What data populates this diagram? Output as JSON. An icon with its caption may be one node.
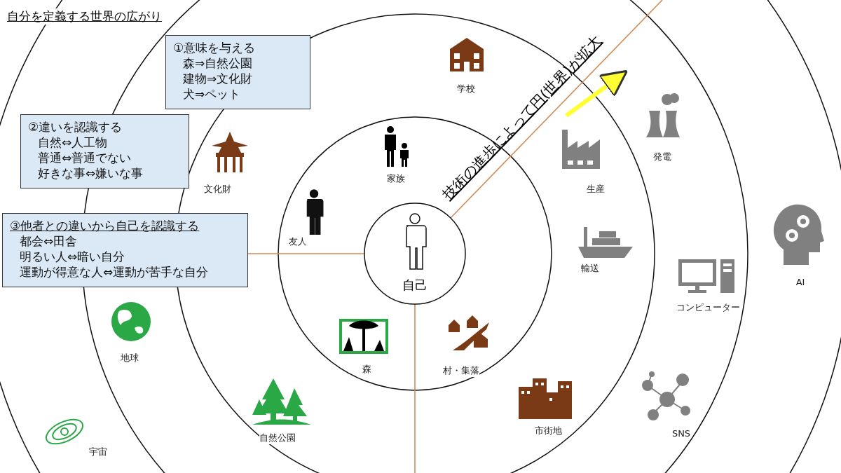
{
  "diagram": {
    "title": "自分を定義する世界の広がり",
    "nodes": [
      {
        "text": [
          "①意味を与える",
          "森⇒自然公園",
          "建物⇒文化財",
          "犬⇒ペット"
        ]
      },
      {
        "text": [
          "②違いを認識する",
          "自然⇔人工物",
          "普通⇔普通でない",
          "好きな事⇔嫌いな事"
        ]
      },
      {
        "text": [
          "③他者との違いから自己を認識する",
          "都会⇔田舎",
          "明るい人⇔暗い自分",
          "運動が得意な人⇔運動が苦手な自分"
        ]
      },
      {
        "text": [
          "自己"
        ]
      }
    ],
    "edges": [
      {
        "from": 2,
        "to": 3,
        "arrow": "none"
      }
    ],
    "labels": [
      "学校",
      "家族",
      "発電",
      "文化財",
      "生産",
      "友人",
      "輸送",
      "AI",
      "コンピューター",
      "地球",
      "森",
      "村・集落",
      "市街地",
      "自然公園",
      "SNS",
      "宇宙",
      "技術の進歩によって円(世界)が拡大"
    ]
  }
}
